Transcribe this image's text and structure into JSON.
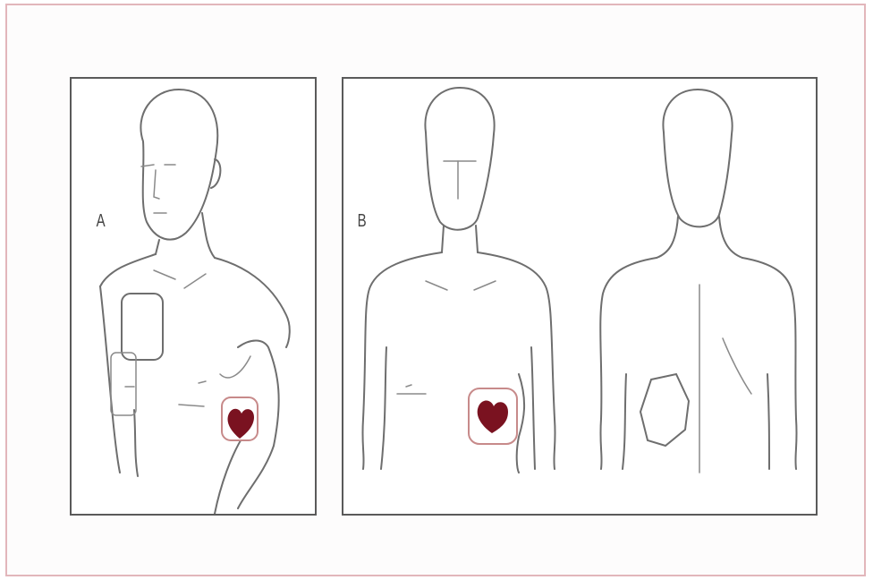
{
  "figure": {
    "panels": [
      {
        "id": "A",
        "label": "A",
        "view": "anterior-lateral"
      },
      {
        "id": "B",
        "label": "B",
        "view": "anterior-posterior"
      }
    ],
    "colors": {
      "frame_border": "#e2b6bb",
      "panel_border": "#5a5a5a",
      "outline": "#6e6e6e",
      "heart": "#7a1220"
    },
    "icons": [
      "torso-outline",
      "electrode-pad-icon",
      "heart-icon"
    ]
  }
}
